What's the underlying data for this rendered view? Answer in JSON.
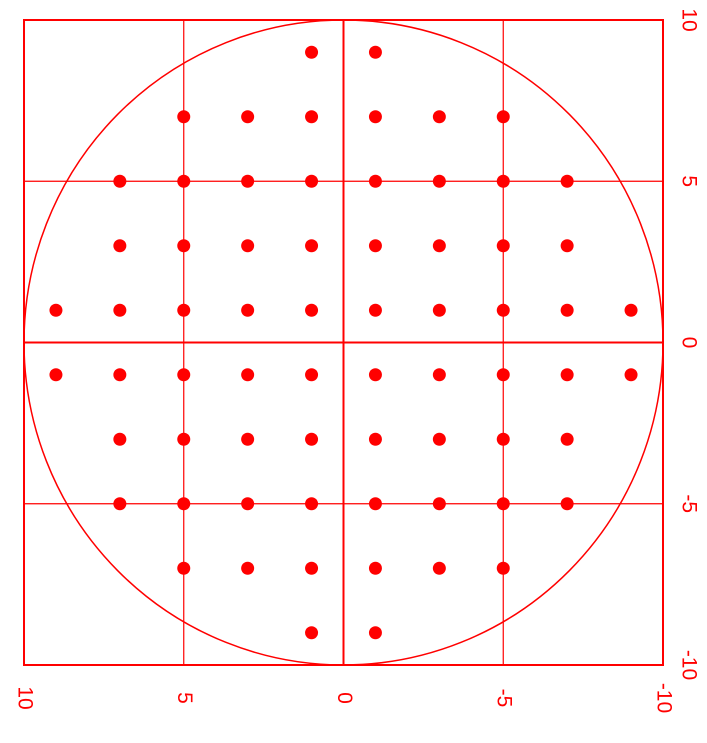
{
  "chart_data": {
    "type": "scatter",
    "title": "",
    "xlabel": "",
    "ylabel": "",
    "xlim": [
      -10,
      10
    ],
    "ylim": [
      -10,
      10
    ],
    "grid": true,
    "x_ticks": [
      {
        "value": -10,
        "label": "-10"
      },
      {
        "value": -5,
        "label": "-5"
      },
      {
        "value": 0,
        "label": "0"
      },
      {
        "value": 5,
        "label": "5"
      },
      {
        "value": 10,
        "label": "10"
      }
    ],
    "y_ticks": [
      {
        "value": -10,
        "label": "-10"
      },
      {
        "value": -5,
        "label": "-5"
      },
      {
        "value": 0,
        "label": "0"
      },
      {
        "value": 5,
        "label": "5"
      },
      {
        "value": 10,
        "label": "10"
      }
    ],
    "circle": {
      "center": [
        0,
        0
      ],
      "radius": 10
    },
    "points": [
      {
        "x": -9,
        "y": 1
      },
      {
        "x": -9,
        "y": -1
      },
      {
        "x": -7,
        "y": 5
      },
      {
        "x": -7,
        "y": 3
      },
      {
        "x": -7,
        "y": 1
      },
      {
        "x": -7,
        "y": -1
      },
      {
        "x": -7,
        "y": -3
      },
      {
        "x": -7,
        "y": -5
      },
      {
        "x": -5,
        "y": 7
      },
      {
        "x": -5,
        "y": 5
      },
      {
        "x": -5,
        "y": 3
      },
      {
        "x": -5,
        "y": 1
      },
      {
        "x": -5,
        "y": -1
      },
      {
        "x": -5,
        "y": -3
      },
      {
        "x": -5,
        "y": -5
      },
      {
        "x": -5,
        "y": -7
      },
      {
        "x": -3,
        "y": 7
      },
      {
        "x": -3,
        "y": 5
      },
      {
        "x": -3,
        "y": 3
      },
      {
        "x": -3,
        "y": 1
      },
      {
        "x": -3,
        "y": -1
      },
      {
        "x": -3,
        "y": -3
      },
      {
        "x": -3,
        "y": -5
      },
      {
        "x": -3,
        "y": -7
      },
      {
        "x": -1,
        "y": 9
      },
      {
        "x": -1,
        "y": 7
      },
      {
        "x": -1,
        "y": 5
      },
      {
        "x": -1,
        "y": 3
      },
      {
        "x": -1,
        "y": 1
      },
      {
        "x": -1,
        "y": -1
      },
      {
        "x": -1,
        "y": -3
      },
      {
        "x": -1,
        "y": -5
      },
      {
        "x": -1,
        "y": -7
      },
      {
        "x": -1,
        "y": -9
      },
      {
        "x": 1,
        "y": 9
      },
      {
        "x": 1,
        "y": 7
      },
      {
        "x": 1,
        "y": 5
      },
      {
        "x": 1,
        "y": 3
      },
      {
        "x": 1,
        "y": 1
      },
      {
        "x": 1,
        "y": -1
      },
      {
        "x": 1,
        "y": -3
      },
      {
        "x": 1,
        "y": -5
      },
      {
        "x": 1,
        "y": -7
      },
      {
        "x": 1,
        "y": -9
      },
      {
        "x": 3,
        "y": 7
      },
      {
        "x": 3,
        "y": 5
      },
      {
        "x": 3,
        "y": 3
      },
      {
        "x": 3,
        "y": 1
      },
      {
        "x": 3,
        "y": -1
      },
      {
        "x": 3,
        "y": -3
      },
      {
        "x": 3,
        "y": -5
      },
      {
        "x": 3,
        "y": -7
      },
      {
        "x": 5,
        "y": 7
      },
      {
        "x": 5,
        "y": 5
      },
      {
        "x": 5,
        "y": 3
      },
      {
        "x": 5,
        "y": 1
      },
      {
        "x": 5,
        "y": -1
      },
      {
        "x": 5,
        "y": -3
      },
      {
        "x": 5,
        "y": -5
      },
      {
        "x": 5,
        "y": -7
      },
      {
        "x": 7,
        "y": 5
      },
      {
        "x": 7,
        "y": 3
      },
      {
        "x": 7,
        "y": 1
      },
      {
        "x": 7,
        "y": -1
      },
      {
        "x": 7,
        "y": -3
      },
      {
        "x": 7,
        "y": -5
      },
      {
        "x": 9,
        "y": 1
      },
      {
        "x": 9,
        "y": -1
      }
    ]
  },
  "colors": {
    "accent": "#ff0000",
    "background": "#ffffff"
  }
}
